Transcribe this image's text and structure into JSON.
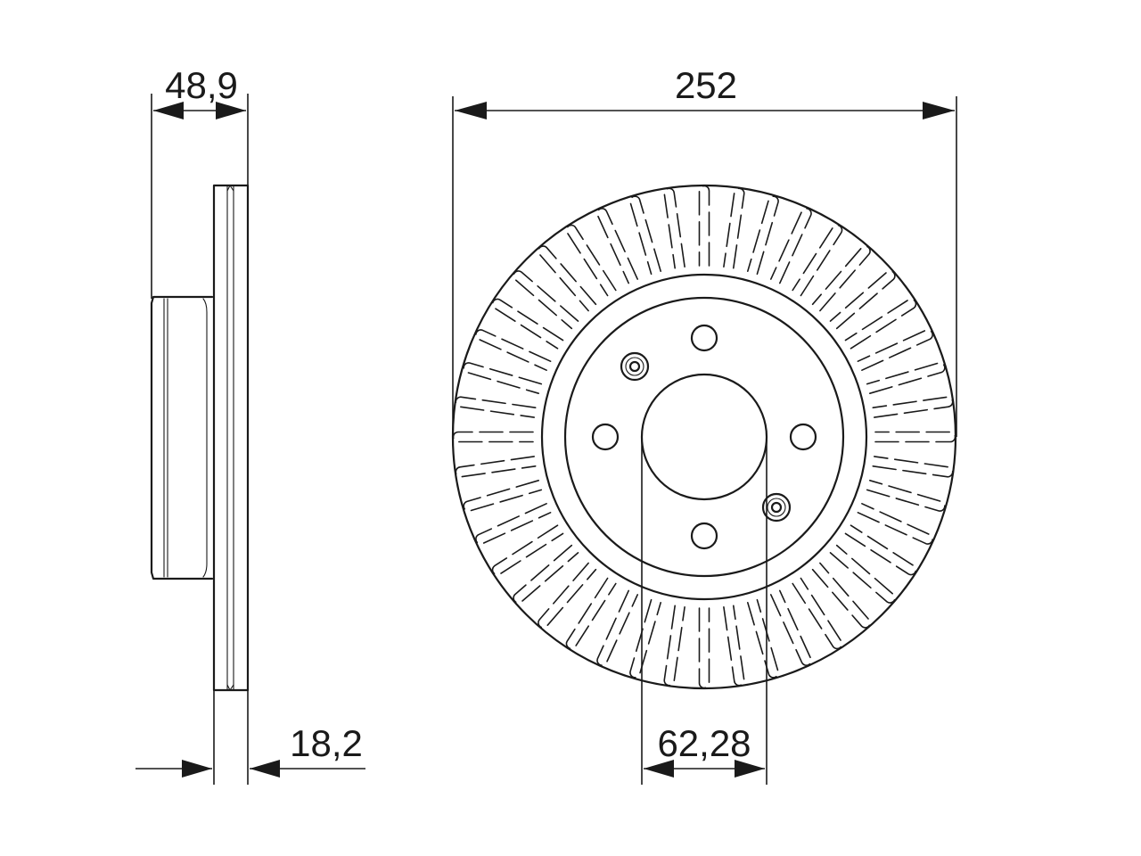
{
  "dimensions": {
    "overall_thickness": "48,9",
    "disc_diameter": "252",
    "disc_thickness": "18,2",
    "centre_bore": "62,28"
  },
  "rotor": {
    "vent_count": 44,
    "bolt_holes": 4,
    "set_screw_holes": 2
  },
  "colors": {
    "line": "#1a1a1a",
    "background": "#ffffff"
  }
}
